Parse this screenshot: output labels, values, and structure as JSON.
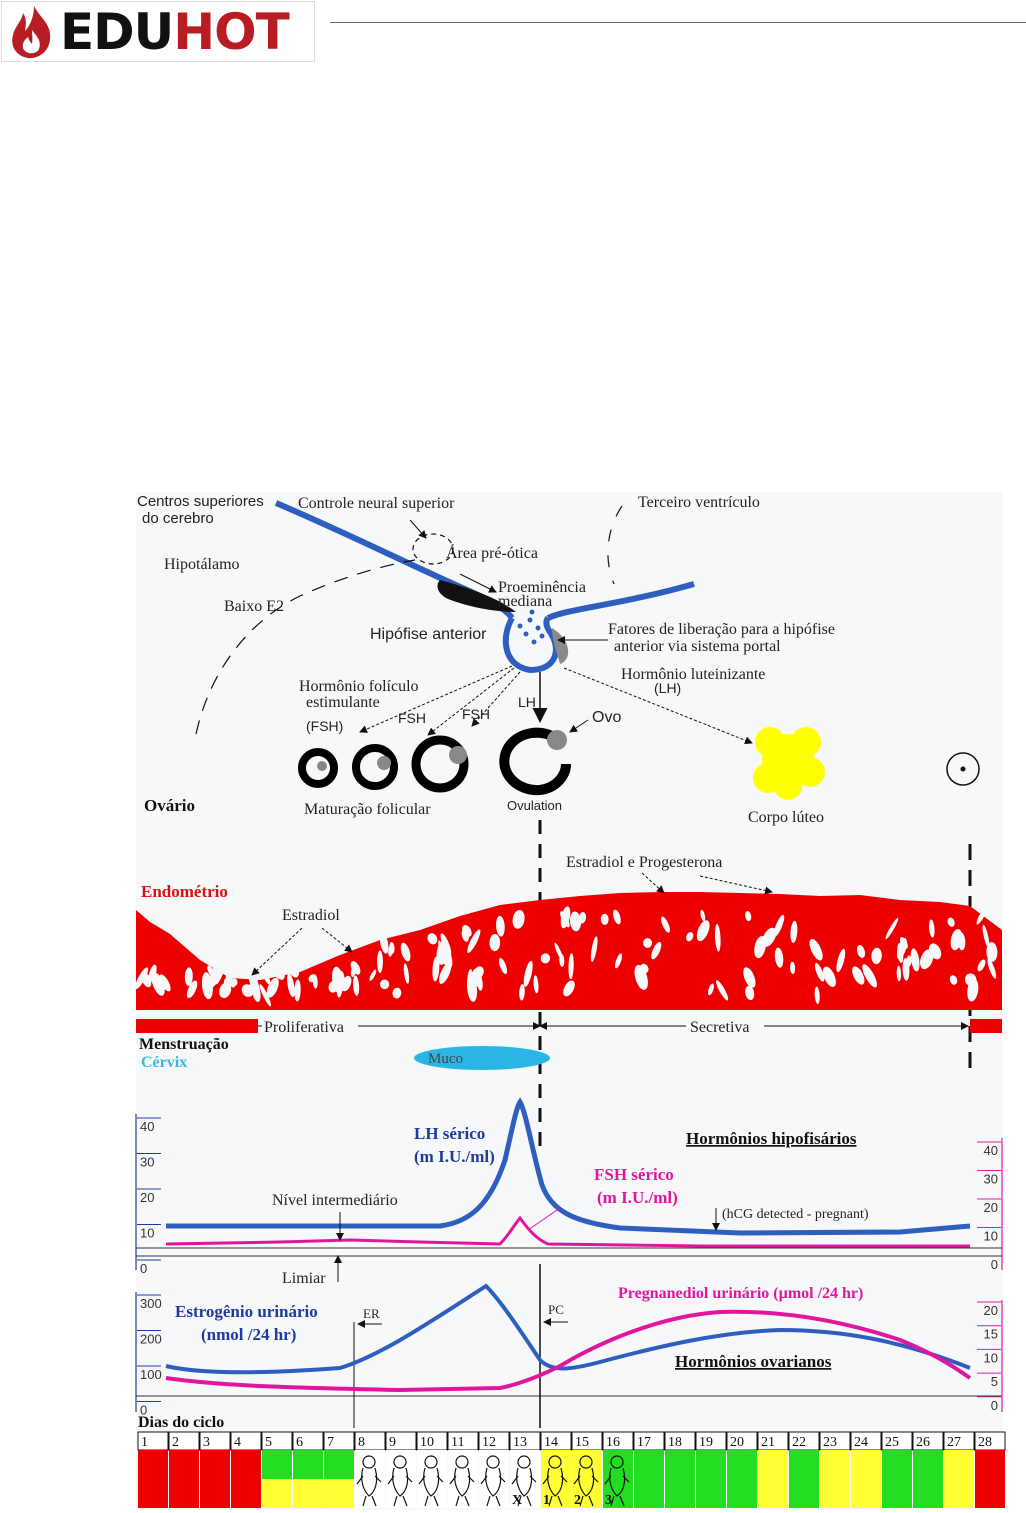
{
  "header": {
    "logo_edu": "EDU",
    "logo_hot": "HOT"
  },
  "colors": {
    "brand_red": "#b81d24",
    "endometrium": "#ee0000",
    "lh_blue": "#2e5fbf",
    "fsh_magenta": "#e0179e",
    "cervix": "#2bb5e6",
    "dark_blue": "#1f3a9e",
    "cal_red": "#ee0000",
    "cal_green": "#22dd22",
    "cal_yellow": "#ffff33"
  },
  "brain": {
    "higher_centers_1": "Centros superiores",
    "higher_centers_2": "do cerebro",
    "neural_control": "Controle neural superior",
    "third_ventricle": "Terceiro ventrículo",
    "preoptic": "Área pré-ótica",
    "hypothalamus": "Hipotálamo",
    "median_eminence_1": "Proeminência",
    "median_eminence_2": "mediana",
    "low_e2": "Baixo E2",
    "anterior_pituitary": "Hipófise anterior",
    "release_factors_1": "Fatores de liberação para a hipófise",
    "release_factors_2": "anterior via sistema portal",
    "lh_hormone_1": "Hormônio luteinizante",
    "lh_hormone_2": "(LH)",
    "fsh_hormone_1": "Hormônio folículo",
    "fsh_hormone_2": "estimulante",
    "fsh_abbr": "(FSH)",
    "fsh_a": "FSH",
    "fsh_b": "FSH",
    "lh": "LH",
    "egg": "Ovo",
    "ovary": "Ovário",
    "follicular_maturation": "Maturação folicular",
    "ovulation": "Ovulation",
    "corpus_luteum": "Corpo lúteo"
  },
  "endometrium": {
    "title": "Endométrio",
    "estradiol": "Estradiol",
    "estradiol_progesterone": "Estradiol e Progesterona",
    "proliferative": "Proliferativa",
    "secretive": "Secretiva",
    "menstruation": "Menstruação",
    "cervix": "Cérvix",
    "mucus": "Muco"
  },
  "pituitary_chart": {
    "title": "Hormônios hipofisários",
    "lh_label_1": "LH sérico",
    "lh_label_2": "(m I.U./ml)",
    "fsh_label_1": "FSH sérico",
    "fsh_label_2": "(m I.U./ml)",
    "intermediate": "Nível intermediário",
    "threshold": "Limiar",
    "hcg": "(hCG detected - pregnant)",
    "left_ticks": [
      "40",
      "30",
      "20",
      "10",
      "0"
    ],
    "right_ticks": [
      "40",
      "30",
      "20",
      "10",
      "0"
    ]
  },
  "ovarian_chart": {
    "title": "Hormônios ovarianos",
    "estrogen_1": "Estrogênio urinário",
    "estrogen_2": "(nmol /24 hr)",
    "pregnanediol": "Pregnanediol urinário (µmol /24 hr)",
    "er": "ER",
    "pc": "PC",
    "left_ticks": [
      "300",
      "200",
      "100",
      "0"
    ],
    "right_ticks": [
      "20",
      "15",
      "10",
      "5",
      "0"
    ]
  },
  "calendar": {
    "title": "Dias do ciclo",
    "days": [
      "1",
      "2",
      "3",
      "4",
      "5",
      "6",
      "7",
      "8",
      "9",
      "10",
      "11",
      "12",
      "13",
      "14",
      "15",
      "16",
      "17",
      "18",
      "19",
      "20",
      "21",
      "22",
      "23",
      "24",
      "25",
      "26",
      "27",
      "28"
    ],
    "top_colors": [
      "red",
      "red",
      "red",
      "red",
      "green",
      "green",
      "green",
      "baby",
      "baby",
      "baby",
      "baby",
      "baby",
      "baby",
      "yellow",
      "yellow",
      "green",
      "green",
      "green",
      "green",
      "green",
      "yellow",
      "green",
      "yellow",
      "yellow",
      "green",
      "green",
      "yellow",
      "red"
    ],
    "bottom_colors": [
      "red",
      "red",
      "red",
      "red",
      "yellow",
      "yellow",
      "yellow",
      "baby",
      "baby",
      "baby",
      "baby",
      "baby",
      "baby",
      "yellow",
      "yellow",
      "green",
      "green",
      "green",
      "green",
      "green",
      "yellow",
      "green",
      "yellow",
      "yellow",
      "green",
      "green",
      "yellow",
      "red"
    ],
    "baby_marks": [
      "",
      "",
      "",
      "",
      "",
      "",
      "",
      "",
      "",
      "",
      "",
      "",
      "X",
      "1",
      "2",
      "3",
      "",
      "",
      "",
      "",
      "",
      "",
      "",
      "",
      "",
      "",
      "",
      ""
    ]
  }
}
